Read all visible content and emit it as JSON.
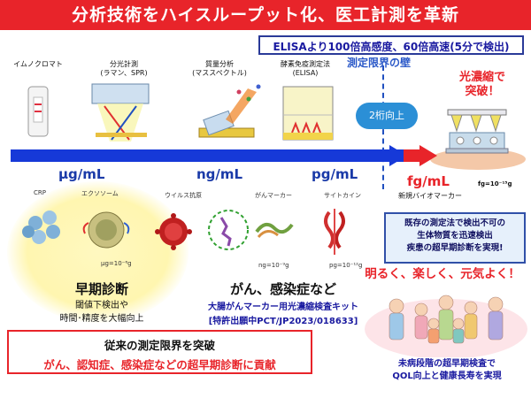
{
  "title": "分析技術をハイスループット化、医工計測を革新",
  "promo": "ELISAより100倍高感度、60倍高速(5分で検出)",
  "methods": [
    {
      "name": "イムノクロマト",
      "sub": ""
    },
    {
      "name": "分光計測",
      "sub": "(ラマン、SPR)"
    },
    {
      "name": "質量分析",
      "sub": "(マススペクトル)"
    },
    {
      "name": "酵素免疫測定法",
      "sub": "(ELISA)"
    }
  ],
  "wall_label": "測定限界の壁",
  "two_digit": "2桁向上",
  "breakthrough": [
    "光濃縮で",
    "突破！"
  ],
  "concentrations": [
    "μg/mL",
    "ng/mL",
    "pg/mL",
    "fg/mL"
  ],
  "fg_note": "fg=10⁻¹⁵g",
  "new_biomarker": "新規バイオマーカー",
  "biomarkers": {
    "crp": "CRP",
    "exosome": "エクソソーム",
    "virus": "ウイルス抗原",
    "cancer_marker": "がんマーカー",
    "cytokine": "サイトカイン"
  },
  "unit_notes": {
    "ug": "μg=10⁻⁶g",
    "ng": "ng=10⁻⁹g",
    "pg": "pg=10⁻¹²g"
  },
  "early": {
    "heading": "早期診断",
    "line1": "閾値下検出や",
    "line2": "時間･精度を大幅向上"
  },
  "cancer": {
    "heading": "がん、感染症など",
    "line1": "大腸がんマーカー用光濃縮検査キット",
    "line2": "[特許出願中PCT/JP2023/018633]"
  },
  "right_info": [
    "既存の測定法で検出不可の",
    "生体物質を迅速検出",
    "疾患の超早期診断を実現!"
  ],
  "bright": "明るく、楽しく、元気よく！",
  "bottom": {
    "line1": "従来の測定限界を突破",
    "line2": "がん、認知症、感染症などの超早期診断に貢献"
  },
  "family_caption": [
    "未病段階の超早期検査で",
    "QOL向上と健康長寿を実現"
  ],
  "colors": {
    "red": "#e8242a",
    "blue": "#1a3aa8",
    "arrow_blue": "#1639d8",
    "arrow_red": "#e8242a"
  }
}
